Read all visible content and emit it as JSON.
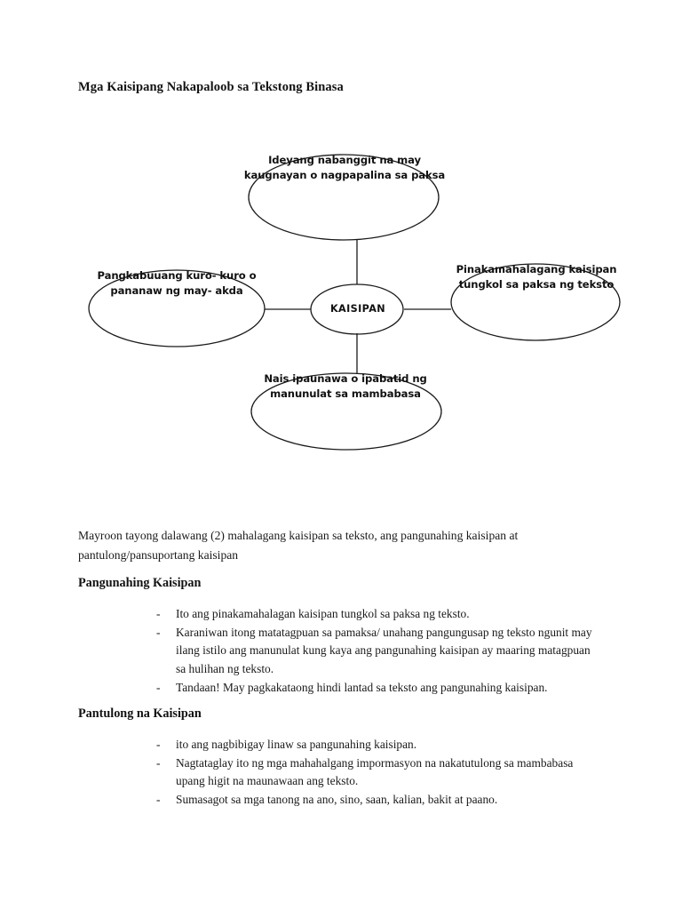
{
  "document": {
    "title": "Mga Kaisipang Nakapaloob sa Tekstong Binasa"
  },
  "diagram": {
    "center": {
      "label": "KAISIPAN"
    },
    "nodes": {
      "top": {
        "line1": "Ideyang nabanggit na may",
        "line2": "kaugnayan o nagpapalina sa paksa"
      },
      "left": {
        "line1": "Pangkabuuang kuro- kuro o",
        "line2": "pananaw ng may- akda"
      },
      "right": {
        "line1": "Pinakamahalagang kaisipan",
        "line2": "tungkol sa paksa ng teksto"
      },
      "bottom": {
        "line1": "Nais ipaunawa o ipabatid ng",
        "line2": "manunulat sa mambabasa"
      }
    },
    "stroke_color": "#1a1a1a"
  },
  "body": {
    "intro_paragraph": "Mayroon tayong dalawang (2) mahalagang kaisipan sa teksto, ang pangunahing kaisipan at pantulong/pansuportang kaisipan",
    "sections": [
      {
        "heading": "Pangunahing Kaisipan",
        "bullet_mark": "-",
        "bullets": [
          "Ito ang pinakamahalagan kaisipan tungkol sa paksa ng teksto.",
          "Karaniwan itong matatagpuan sa pamaksa/ unahang pangungusap ng teksto ngunit may ilang istilo ang manunulat kung kaya ang pangunahing kaisipan ay maaring matagpuan sa hulihan ng teksto.",
          "Tandaan! May pagkakataong hindi lantad sa teksto ang pangunahing kaisipan."
        ]
      },
      {
        "heading": "Pantulong na Kaisipan",
        "bullet_mark": "-",
        "bullets": [
          "ito ang nagbibigay linaw sa pangunahing kaisipan.",
          "Nagtataglay ito ng mga mahahalgang impormasyon na nakatutulong sa mambabasa upang higit na maunawaan ang teksto.",
          "Sumasagot sa mga tanong na ano, sino, saan, kalian, bakit at paano."
        ]
      }
    ]
  }
}
